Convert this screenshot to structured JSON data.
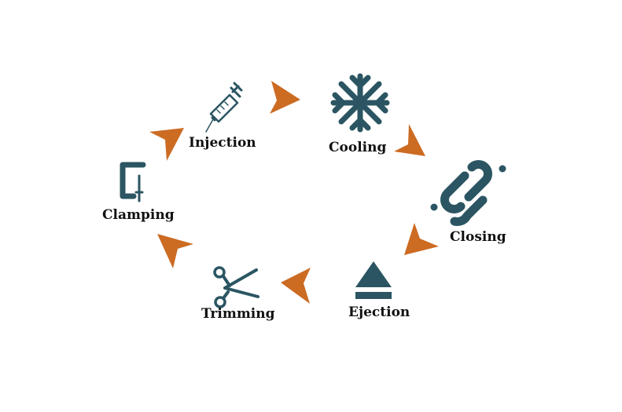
{
  "colors": {
    "icon": "#2b5562",
    "arrow": "#cc6b22",
    "label": "#111111",
    "background": "#ffffff"
  },
  "steps": [
    {
      "label": "Injection",
      "icon": "syringe-icon"
    },
    {
      "label": "Cooling",
      "icon": "snowflake-icon"
    },
    {
      "label": "Closing",
      "icon": "link-icon"
    },
    {
      "label": "Ejection",
      "icon": "eject-icon"
    },
    {
      "label": "Trimming",
      "icon": "scissors-icon"
    },
    {
      "label": "Clamping",
      "icon": "clamp-icon"
    }
  ]
}
